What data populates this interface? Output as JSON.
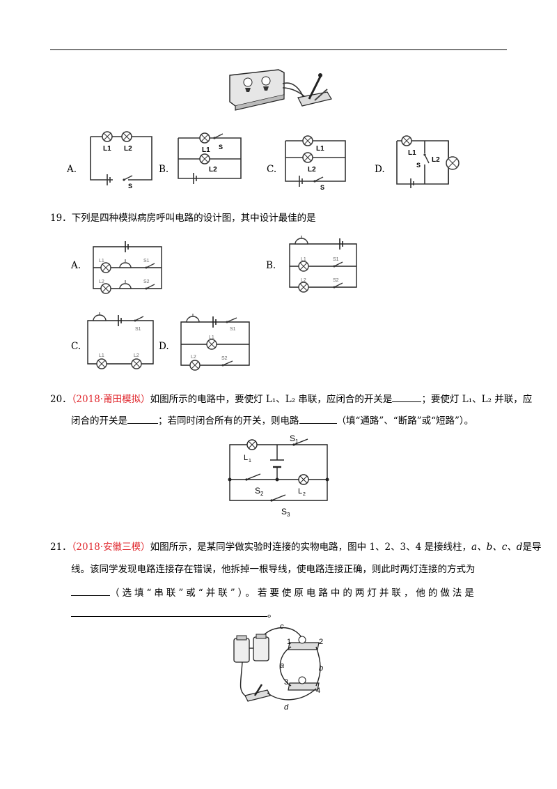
{
  "q18": {
    "options": [
      {
        "label": "A.",
        "lamp1": "L1",
        "lamp2": "L2",
        "switch": "S"
      },
      {
        "label": "B.",
        "lamp1": "L1",
        "lamp2": "L2",
        "switch": "S"
      },
      {
        "label": "C.",
        "lamp1": "L1",
        "lamp2": "L2",
        "switch": "S"
      },
      {
        "label": "D.",
        "lamp1": "L1",
        "lamp2": "L2",
        "switch": "S"
      }
    ]
  },
  "q19": {
    "number": "19．",
    "text": "下列是四种模拟病房呼叫电路的设计图，其中设计最佳的是",
    "options": [
      {
        "label": "A.",
        "lamp1": "L1",
        "lamp2": "L2",
        "s1": "S1",
        "s2": "S2"
      },
      {
        "label": "B.",
        "lamp1": "L1",
        "lamp2": "L2",
        "s1": "S1",
        "s2": "S2"
      },
      {
        "label": "C.",
        "lamp1": "L1",
        "lamp2": "L2",
        "s1": "S1"
      },
      {
        "label": "D.",
        "lamp1": "L1",
        "lamp2": "L2",
        "s1": "S1",
        "s2": "S2"
      }
    ]
  },
  "q20": {
    "number": "20．",
    "source": "（2018·莆田模拟）",
    "line1": "如图所示的电路中，要使灯 L₁、L₂ 串联，应闭合的开关是",
    "line1b": "；要使灯 L₁、L₂ 并联，应",
    "line2a": "闭合的开关是",
    "line2b": "；若同时闭合所有的开关，则电路",
    "line2c": "（填“通路”、“断路”或“短路”）。",
    "fig": {
      "l1": "L",
      "l1sub": "1",
      "l2": "L",
      "l2sub": "2",
      "s1": "S",
      "s1sub": "1",
      "s2": "S",
      "s2sub": "2",
      "s3": "S",
      "s3sub": "3"
    }
  },
  "q21": {
    "number": "21．",
    "source": "（2018·安徽三模）",
    "line1": "如图所示，是某同学做实验时连接的实物电路，图中 1、2、3、4 是接线柱，",
    "line1b": "是导",
    "vars": "a、b、c、d",
    "line2": "线。该同学发现电路连接存在错误，他拆掉一根导线，使电路连接正确，则此时两灯连接的方式为",
    "line3": "（选填“串联”或“并联”）。若要使原电路中的两灯并联，他的做法是",
    "line4end": "。",
    "fig": {
      "t1": "1",
      "t2": "2",
      "t3": "3",
      "t4": "4",
      "wa": "a",
      "wb": "b",
      "wc": "c",
      "wd": "d"
    }
  }
}
